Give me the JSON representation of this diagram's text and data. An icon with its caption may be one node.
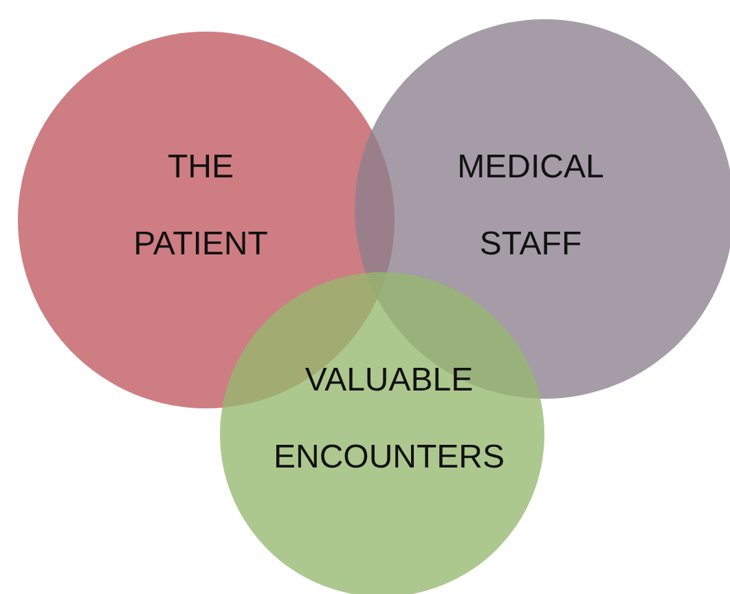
{
  "diagram": {
    "nodes": [
      {
        "text": [
          "THE PATIENT"
        ]
      },
      {
        "text": [
          "MEDICAL STAFF"
        ]
      },
      {
        "text": [
          "VALUABLE ENCOUNTERS"
        ]
      }
    ]
  }
}
